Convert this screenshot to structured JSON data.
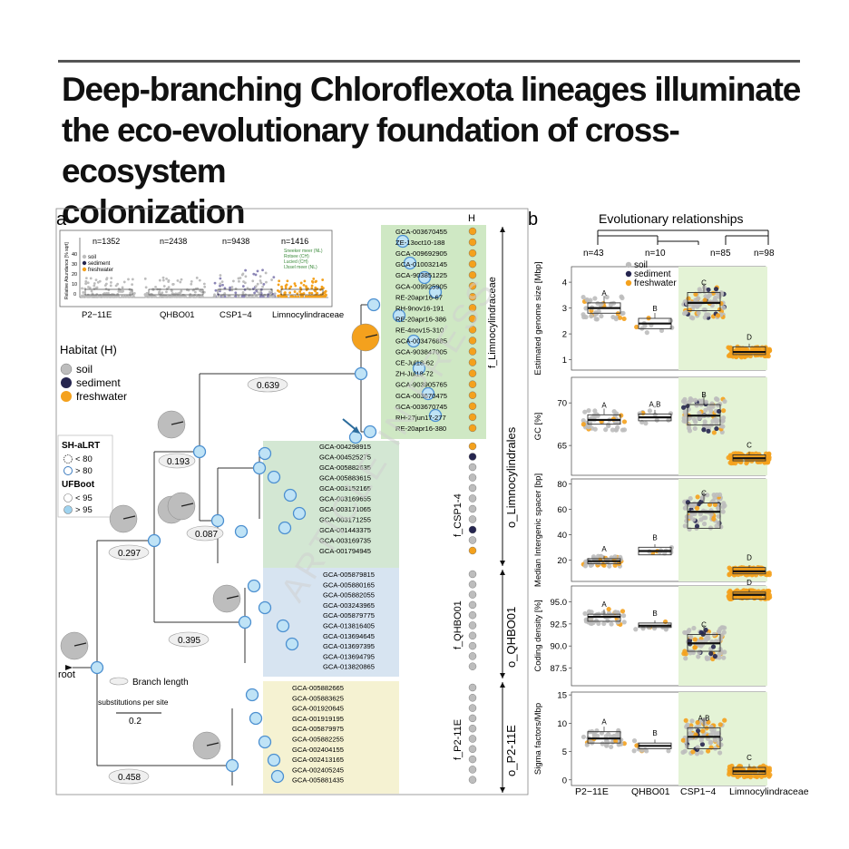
{
  "title_lines": [
    "Deep-branching Chloroflexota lineages illuminate",
    "the eco-evolutionary foundation of cross-ecosystem",
    "colonization"
  ],
  "watermark": "ARTICLE IN PRESS",
  "panel_a": {
    "label": "a",
    "habitat_col_header": "H",
    "inset": {
      "counts": [
        "n=1352",
        "n=2438",
        "n=9438",
        "n=1416"
      ],
      "groups": [
        "P2−11E",
        "QHBO01",
        "CSP1−4",
        "Limnocylindraceae"
      ],
      "ylabel": "Relative Abundance [% sqrt]",
      "yticks": [
        "40",
        "30",
        "20",
        "10",
        "0"
      ],
      "legend": [
        "soil",
        "sediment",
        "freshwater"
      ],
      "sites": [
        "Sneeker meer (NL)",
        "Rotsee (CH)",
        "Lucied (CH)",
        "IJssel meer (NL)"
      ]
    },
    "habitat_legend": {
      "title": "Habitat (H)",
      "items": [
        "soil",
        "sediment",
        "freshwater"
      ]
    },
    "shalrt_legend": {
      "title": "SH-aLRT",
      "items": [
        "< 80",
        "> 80"
      ]
    },
    "ufboot_legend": {
      "title": "UFBoot",
      "items": [
        "< 95",
        "> 95"
      ]
    },
    "branch_labels": [
      "0.639",
      "0.193",
      "0.087",
      "0.297",
      "0.395",
      "0.458"
    ],
    "root_label": "root",
    "branch_length_label": "Branch length",
    "scale_label": "substitutions per site",
    "scale_value": "0.2",
    "family_labels": [
      "f_Limnocylindraceae",
      "f_CSP1-4",
      "f_QHBO01",
      "f_P2-11E"
    ],
    "order_labels": [
      "o_Limnocylindrales",
      "o_QHBO01",
      "o_P2-11E"
    ],
    "tips_limno": [
      "GCA-003670455",
      "ZE-13oct10-188",
      "GCA-009692905",
      "GCA-010032145",
      "GCA-903851225",
      "GCA-009925905",
      "RE-20apr16-67",
      "RH-9nov16-191",
      "RE-20apr16-386",
      "RE-4nov15-310",
      "GCA-003476885",
      "GCA-903847005",
      "CE-Jul18-62",
      "ZH-Jul18-72",
      "GCA-903905765",
      "GCA-003670475",
      "GCA-003670745",
      "RH-27jun17-277",
      "RE-20apr16-380"
    ],
    "tips_csp": [
      "GCA-004298915",
      "GCA-004525275",
      "GCA-005882635",
      "GCA-005883615",
      "GCA-003152165",
      "GCA-003169655",
      "GCA-003171065",
      "GCA-003171255",
      "GCA-001443375",
      "GCA-003169735",
      "GCA-001794945"
    ],
    "tips_qhbo": [
      "GCA-005879815",
      "GCA-005880165",
      "GCA-005882055",
      "GCA-003243965",
      "GCA-005879775",
      "GCA-013816405",
      "GCA-013694645",
      "GCA-013697395",
      "GCA-013694795",
      "GCA-013820865"
    ],
    "tips_p2": [
      "GCA-005882665",
      "GCA-005883625",
      "GCA-001920645",
      "GCA-001919195",
      "GCA-005879975",
      "GCA-005882255",
      "GCA-002404155",
      "GCA-002413165",
      "GCA-002405245",
      "GCA-005881435"
    ]
  },
  "panel_b": {
    "label": "b",
    "tree_title": "Evolutionary relationships",
    "counts": [
      "n=43",
      "n=10",
      "n=85",
      "n=98"
    ],
    "legend": [
      "soil",
      "sediment",
      "freshwater"
    ],
    "x_categories": [
      "P2−11E",
      "QHBO01",
      "CSP1−4",
      "Limnocylindraceae"
    ],
    "subplots": [
      {
        "ylabel": "Estimated genome size [Mbp]",
        "yticks": [
          "4",
          "3",
          "2",
          "1"
        ],
        "letters": [
          "A",
          "B",
          "C",
          "D"
        ]
      },
      {
        "ylabel": "GC [%]",
        "yticks": [
          "70",
          "65"
        ],
        "letters": [
          "A",
          "A,B",
          "B",
          "C"
        ]
      },
      {
        "ylabel": "Median Intergenic spacer [bp]",
        "yticks": [
          "80",
          "60",
          "40",
          "20"
        ],
        "letters": [
          "A",
          "B",
          "C",
          "D"
        ]
      },
      {
        "ylabel": "Coding density [%]",
        "yticks": [
          "95.0",
          "92.5",
          "90.0",
          "87.5"
        ],
        "letters": [
          "A",
          "B",
          "C",
          "D"
        ]
      },
      {
        "ylabel": "Sigma factors/Mbp",
        "yticks": [
          "15",
          "10",
          "5",
          "0"
        ],
        "letters": [
          "A",
          "B",
          "A,B",
          "C"
        ]
      }
    ],
    "chart_data": {
      "type": "box",
      "categories": [
        "P2−11E",
        "QHBO01",
        "CSP1−4",
        "Limnocylindraceae"
      ],
      "series": [
        {
          "name": "Estimated genome size [Mbp]",
          "medians": [
            3.0,
            2.4,
            3.2,
            1.3
          ],
          "ylim": [
            0.6,
            4.6
          ]
        },
        {
          "name": "GC [%]",
          "medians": [
            68.0,
            68.3,
            68.5,
            63.5
          ],
          "ylim": [
            61.5,
            73
          ]
        },
        {
          "name": "Median Intergenic spacer [bp]",
          "medians": [
            19,
            27,
            58,
            11
          ],
          "ylim": [
            3,
            84
          ]
        },
        {
          "name": "Coding density [%]",
          "medians": [
            93.3,
            92.3,
            90.3,
            95.8
          ],
          "ylim": [
            85.5,
            96.8
          ]
        },
        {
          "name": "Sigma factors/Mbp",
          "medians": [
            7.3,
            6.0,
            7.6,
            1.5
          ],
          "ylim": [
            -1,
            15.5
          ]
        }
      ]
    }
  },
  "colors": {
    "soil": "#bdbdbd",
    "sediment": "#25254f",
    "freshwater": "#f4a11d",
    "limno_bg": "#cfe8c4",
    "csp_bg": "#cfe4cf",
    "qhbo_bg": "#d7e4f1",
    "p2_bg": "#f5f2d2",
    "highlight": "#e4f3d6",
    "node_blue": "#4b8fd0"
  }
}
